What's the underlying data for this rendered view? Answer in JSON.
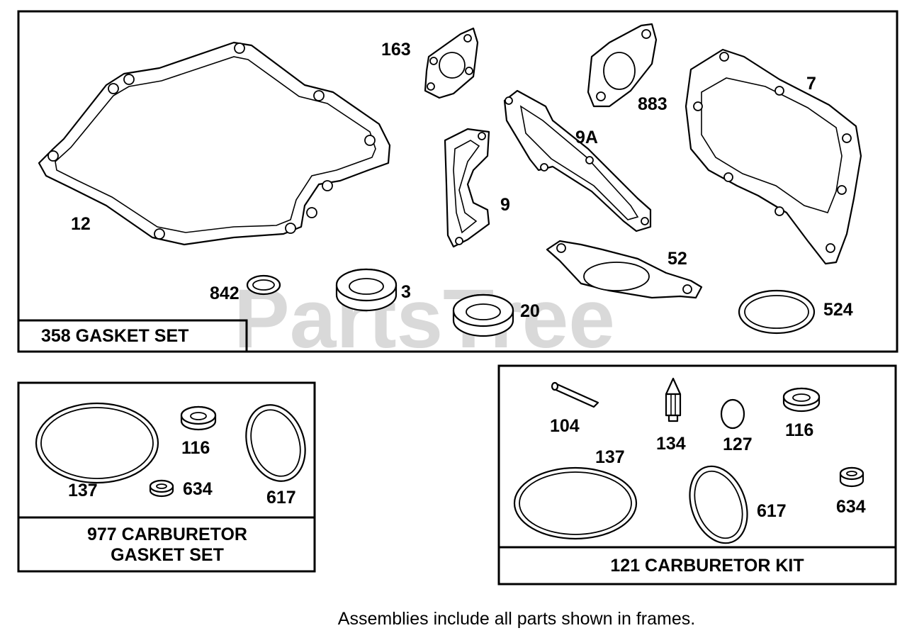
{
  "watermark": "PartsTree",
  "footer": "Assemblies include all parts shown in frames.",
  "frames": {
    "gasket_set": {
      "title": "358 GASKET SET",
      "labels": {
        "p12": "12",
        "p163": "163",
        "p883": "883",
        "p7": "7",
        "p9a": "9A",
        "p9": "9",
        "p52": "52",
        "p842": "842",
        "p3": "3",
        "p20": "20",
        "p524": "524"
      }
    },
    "carb_gasket_set": {
      "title_line1": "977 CARBURETOR",
      "title_line2": "GASKET SET",
      "labels": {
        "p137": "137",
        "p116": "116",
        "p634": "634",
        "p617": "617"
      }
    },
    "carb_kit": {
      "title": "121 CARBURETOR KIT",
      "labels": {
        "p104": "104",
        "p134": "134",
        "p127": "127",
        "p116": "116",
        "p137": "137",
        "p617": "617",
        "p634": "634"
      }
    }
  }
}
